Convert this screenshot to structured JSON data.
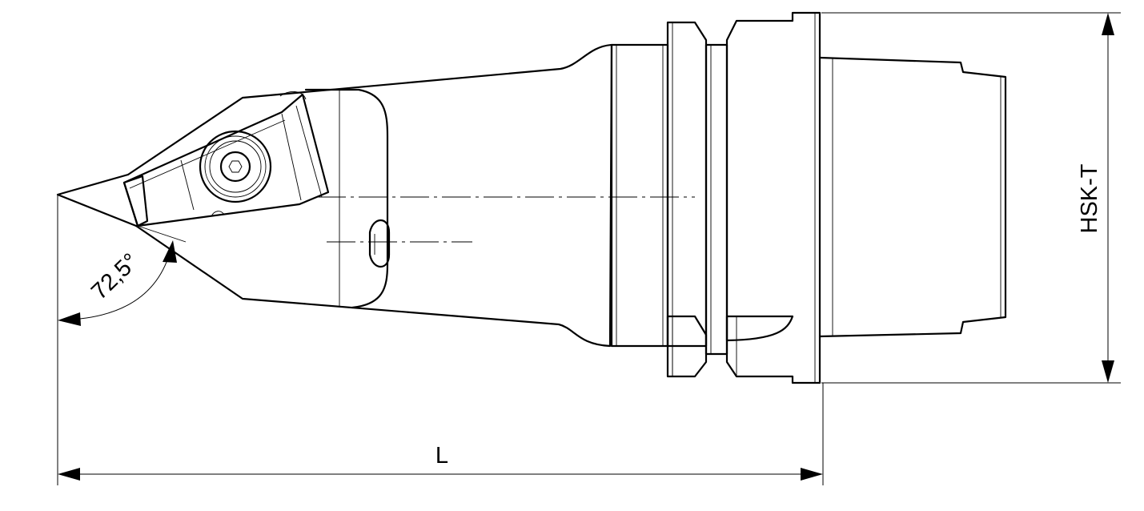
{
  "labels": {
    "length": "L",
    "interface": "HSK-T",
    "angle": "72,5°"
  },
  "colors": {
    "line": "#000000",
    "background": "#ffffff"
  }
}
